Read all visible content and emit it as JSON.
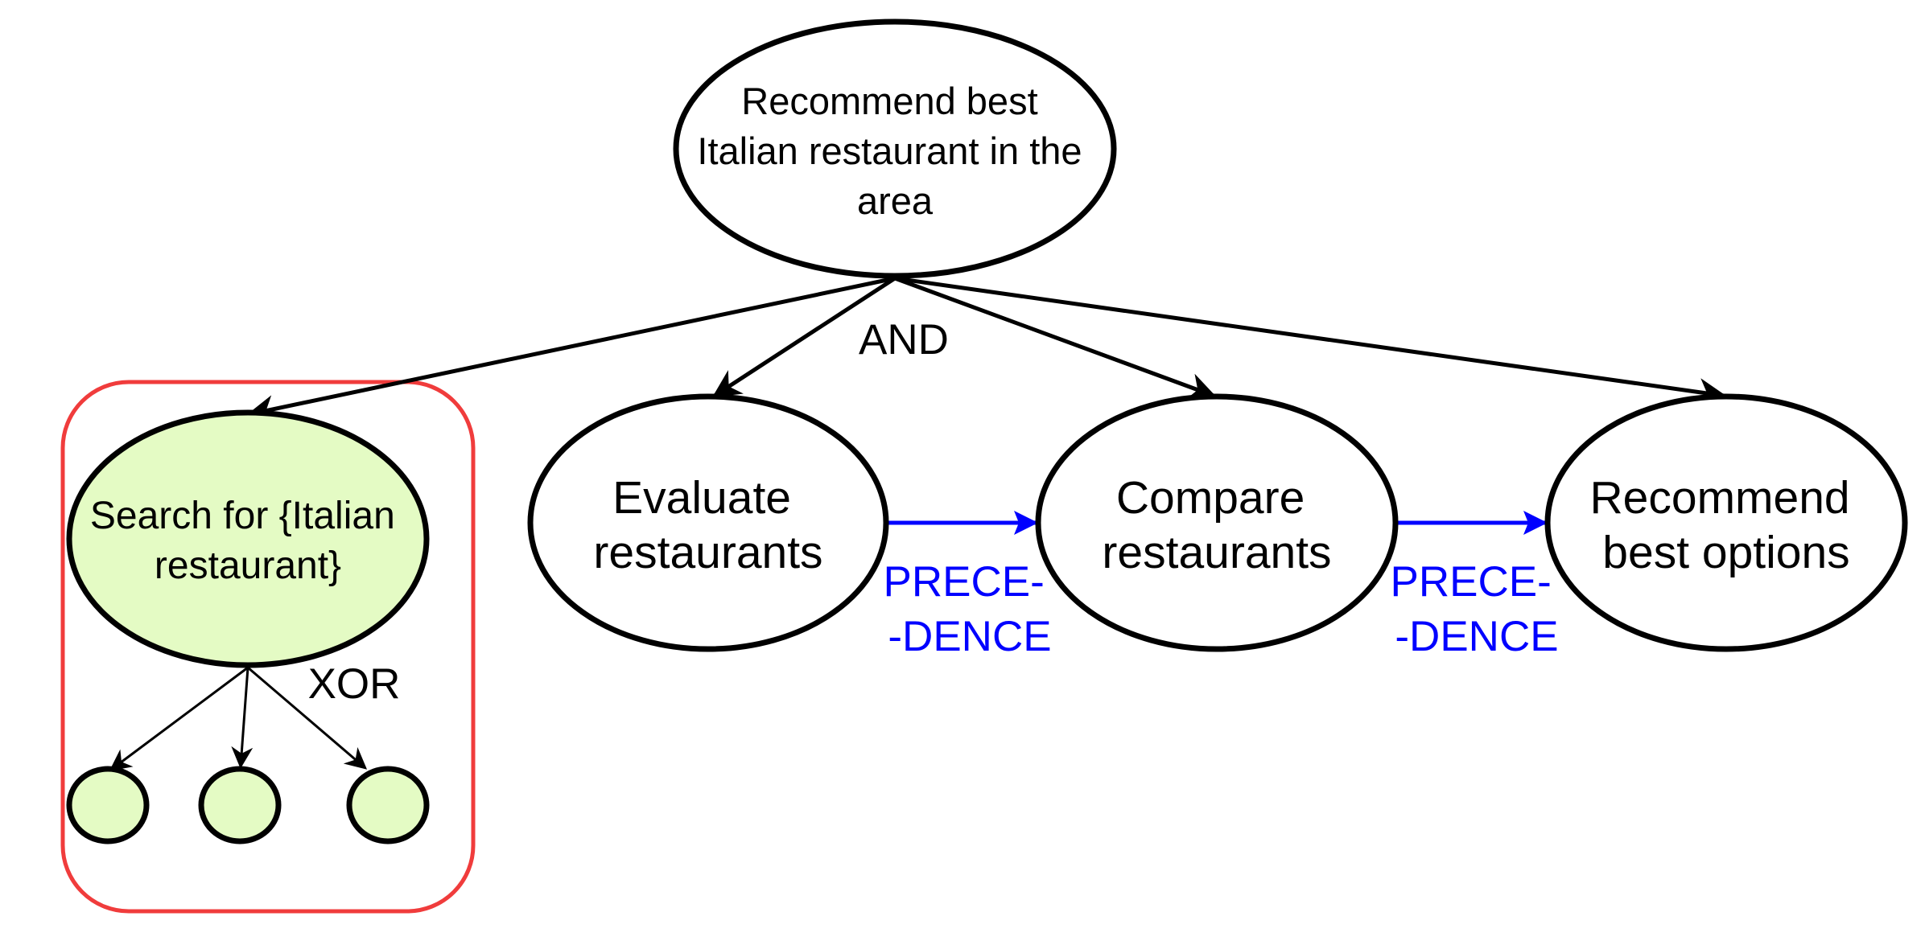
{
  "diagram": {
    "root_goal": {
      "lines": [
        "Recommend best",
        "Italian restaurant in the",
        "area"
      ]
    },
    "decomposition_label": "AND",
    "subgoals": {
      "search": {
        "lines": [
          "Search for {Italian",
          "restaurant}"
        ]
      },
      "evaluate": {
        "lines": [
          "Evaluate",
          "restaurants"
        ]
      },
      "compare": {
        "lines": [
          "Compare",
          "restaurants"
        ]
      },
      "recommend": {
        "lines": [
          "Recommend",
          "best options"
        ]
      }
    },
    "search_decomposition_label": "XOR",
    "precedence_labels": [
      {
        "lines": [
          "PRECE-",
          "-DENCE"
        ]
      },
      {
        "lines": [
          "PRECE-",
          "-DENCE"
        ]
      }
    ],
    "colors": {
      "node_stroke": "#000000",
      "highlight_fill": "#e4fbc4",
      "highlight_box": "#f03c3c",
      "precedence": "#0000ff"
    }
  }
}
